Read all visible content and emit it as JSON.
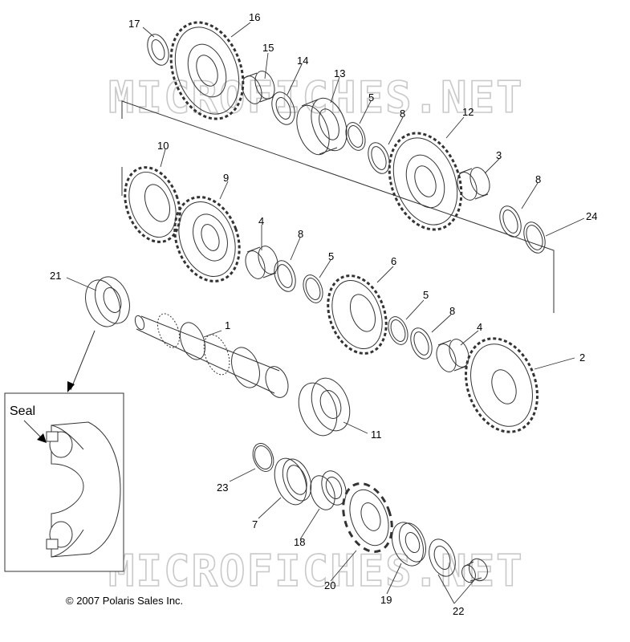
{
  "watermark": "MICROFICHES.NET",
  "copyright": "© 2007 Polaris Sales Inc.",
  "inset_label": "Seal",
  "callouts": [
    "17",
    "16",
    "15",
    "14",
    "13",
    "5",
    "8",
    "12",
    "3",
    "8",
    "24",
    "10",
    "9",
    "4",
    "8",
    "5",
    "6",
    "21",
    "1",
    "5",
    "8",
    "4",
    "2",
    "11",
    "23",
    "7",
    "18",
    "20",
    "19",
    "22"
  ],
  "colors": {
    "line": "#333333",
    "watermark": "#c9c9c9"
  }
}
